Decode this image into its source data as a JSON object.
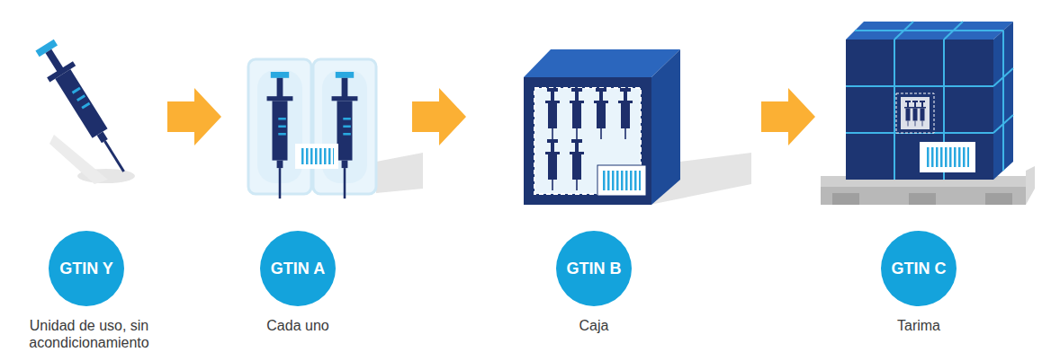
{
  "diagram": {
    "nodes": [
      {
        "text": [
          "GTIN Y",
          "Unidad de uso, sin acondicionamiento"
        ]
      },
      {
        "text": [
          "GTIN A",
          "Cada uno"
        ]
      },
      {
        "text": [
          "GTIN B",
          "Caja"
        ]
      },
      {
        "text": [
          "GTIN C",
          "Tarima"
        ]
      }
    ]
  }
}
